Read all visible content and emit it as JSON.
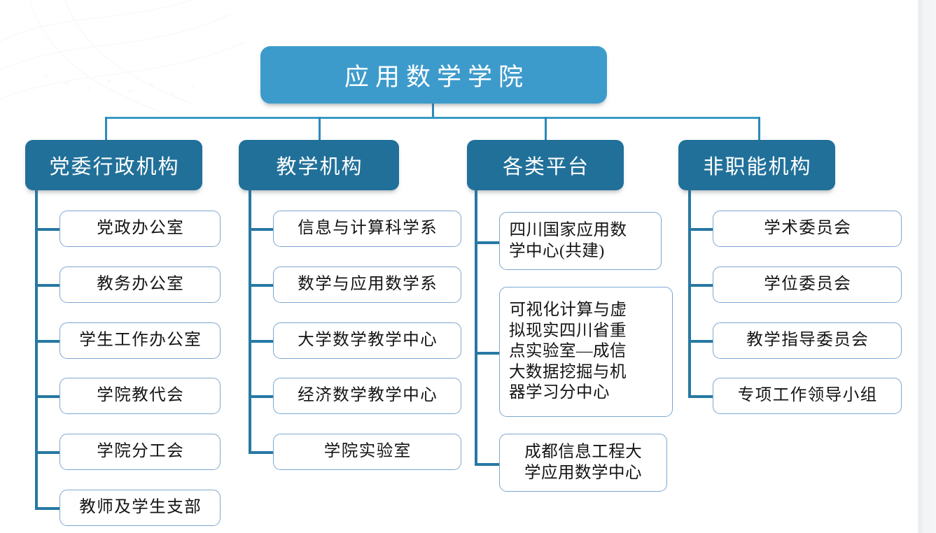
{
  "chart_title": "应用数学学院",
  "colors": {
    "root_fill": "#3d9bcc",
    "level2_fill": "#217099",
    "leaf_border": "#7ba7d0",
    "leaf_fill": "#ffffff",
    "connector": "#2b89b8",
    "text_on_fill": "#ffffff",
    "text_on_leaf": "#141414"
  },
  "root": {
    "label": "应用数学学院"
  },
  "branches": [
    {
      "key": "party-admin",
      "label": "党委行政机构",
      "children": [
        {
          "label": "党政办公室"
        },
        {
          "label": "教务办公室"
        },
        {
          "label": "学生工作办公室"
        },
        {
          "label": "学院教代会"
        },
        {
          "label": "学院分工会"
        },
        {
          "label": "教师及学生支部"
        }
      ]
    },
    {
      "key": "teaching",
      "label": "教学机构",
      "children": [
        {
          "label": "信息与计算科学系"
        },
        {
          "label": "数学与应用数学系"
        },
        {
          "label": "大学数学教学中心"
        },
        {
          "label": "经济数学教学中心"
        },
        {
          "label": "学院实验室"
        }
      ]
    },
    {
      "key": "platforms",
      "label": "各类平台",
      "children": [
        {
          "label": "四川国家应用数\n学中心(共建)"
        },
        {
          "label": "可视化计算与虚\n拟现实四川省重\n点实验室—成信\n大数据挖掘与机\n器学习分中心"
        },
        {
          "label": "成都信息工程大\n学应用数学中心"
        }
      ]
    },
    {
      "key": "non-functional",
      "label": "非职能机构",
      "children": [
        {
          "label": "学术委员会"
        },
        {
          "label": "学位委员会"
        },
        {
          "label": "教学指导委员会"
        },
        {
          "label": "专项工作领导小组"
        }
      ]
    }
  ]
}
